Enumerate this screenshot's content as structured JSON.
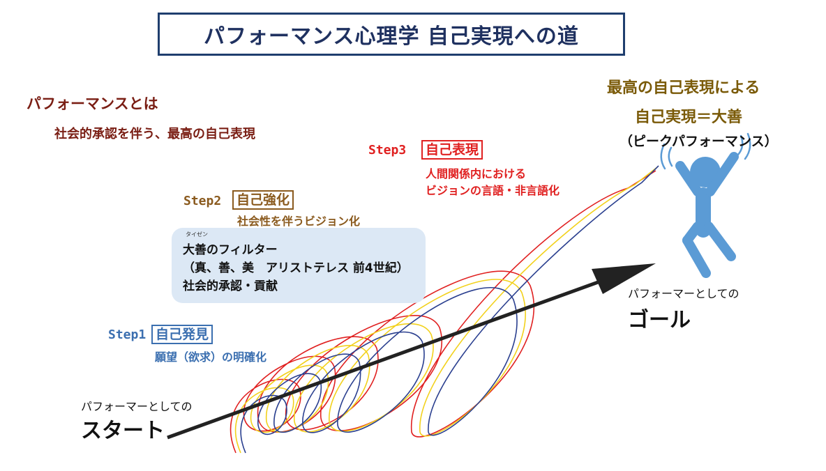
{
  "title": "パフォーマンス心理学 自己実現への道",
  "definition": {
    "heading": "パフォーマンスとは",
    "body": "社会的承認を伴う、最高の自己表現"
  },
  "goal": {
    "line1": "最高の自己表現による",
    "line2": "自己実現＝大善",
    "line3": "（ピークパフォーマンス）"
  },
  "steps": [
    {
      "label": "Step1",
      "name": "自己発見",
      "desc": "願望（欲求）の明確化",
      "color": "#3b6fb0"
    },
    {
      "label": "Step2",
      "name": "自己強化",
      "desc": "社会性を伴うビジョン化",
      "color": "#8a5a1e"
    },
    {
      "label": "Step3",
      "name": "自己表現",
      "desc1": "人間関係内における",
      "desc2": "ビジョンの言語・非言語化",
      "color": "#e02020"
    }
  ],
  "filter": {
    "ruby": "タイゼン",
    "line1": "大善のフィルター",
    "line2": "（真、善、美　アリストテレス 前4世紀）",
    "line3": "社会的承認・貢献",
    "bg": "#dce8f5"
  },
  "start": {
    "small": "パフォーマーとしての",
    "big": "スタート"
  },
  "finish": {
    "small": "パフォーマーとしての",
    "big": "ゴール"
  },
  "colors": {
    "figure": "#5b9bd5",
    "arrow": "#222222",
    "spiral_red": "#e02020",
    "spiral_yellow": "#f2d11b",
    "spiral_blue": "#2a3f8f"
  }
}
